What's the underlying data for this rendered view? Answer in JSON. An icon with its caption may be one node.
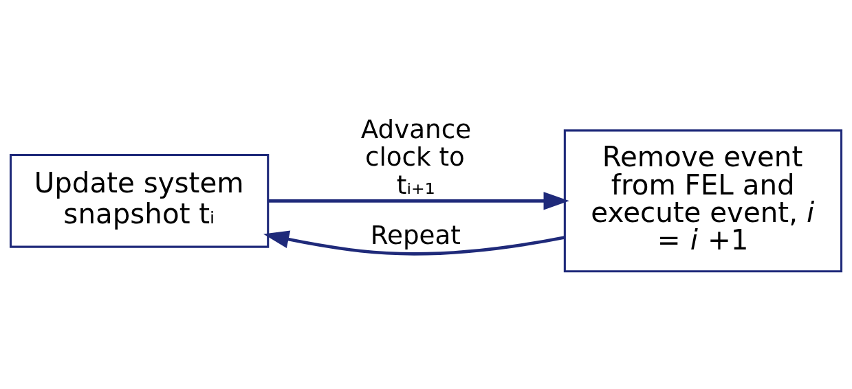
{
  "diagram": {
    "nodes": [
      {
        "text": [
          "Update system snapshot tᵢ"
        ]
      },
      {
        "text": [
          "Remove event from FEL and execute event, *i* = *i* +1"
        ]
      }
    ],
    "edges": [
      {
        "from": 0,
        "to": 1,
        "arrow": "to",
        "label": "Advance clock to tᵢ₊₁"
      },
      {
        "from": 1,
        "to": 0,
        "arrow": "to",
        "label": "Repeat"
      }
    ]
  }
}
